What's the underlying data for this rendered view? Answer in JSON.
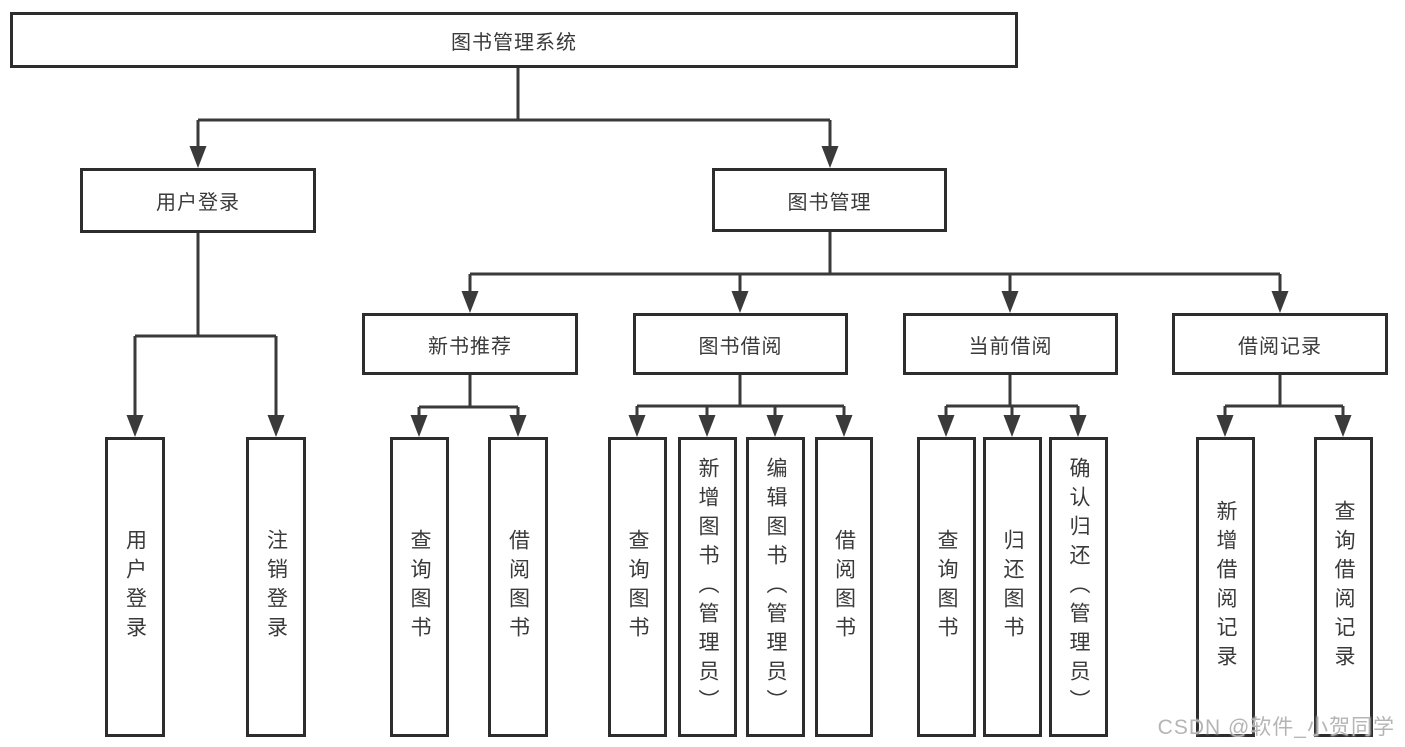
{
  "watermark": "CSDN @软件_小贺同学",
  "colors": {
    "line": "#3a3a3a",
    "box_border": "#2d2d2d",
    "box_fill": "#ffffff",
    "text": "#3a3a3a",
    "watermark": "#b5b5b5",
    "background": "#ffffff"
  },
  "tree": {
    "root": {
      "label": "图书管理系统"
    },
    "branches": [
      {
        "label": "用户登录",
        "children": [
          {
            "label": "用户登录"
          },
          {
            "label": "注销登录"
          }
        ]
      },
      {
        "label": "图书管理",
        "children": [
          {
            "label": "新书推荐",
            "children": [
              {
                "label": "查询图书"
              },
              {
                "label": "借阅图书"
              }
            ]
          },
          {
            "label": "图书借阅",
            "children": [
              {
                "label": "查询图书"
              },
              {
                "label": "新增图书（管理员）"
              },
              {
                "label": "编辑图书（管理员）"
              },
              {
                "label": "借阅图书"
              }
            ]
          },
          {
            "label": "当前借阅",
            "children": [
              {
                "label": "查询图书"
              },
              {
                "label": "归还图书"
              },
              {
                "label": "确认归还（管理员）"
              }
            ]
          },
          {
            "label": "借阅记录",
            "children": [
              {
                "label": "新增借阅记录"
              },
              {
                "label": "查询借阅记录"
              }
            ]
          }
        ]
      }
    ]
  }
}
